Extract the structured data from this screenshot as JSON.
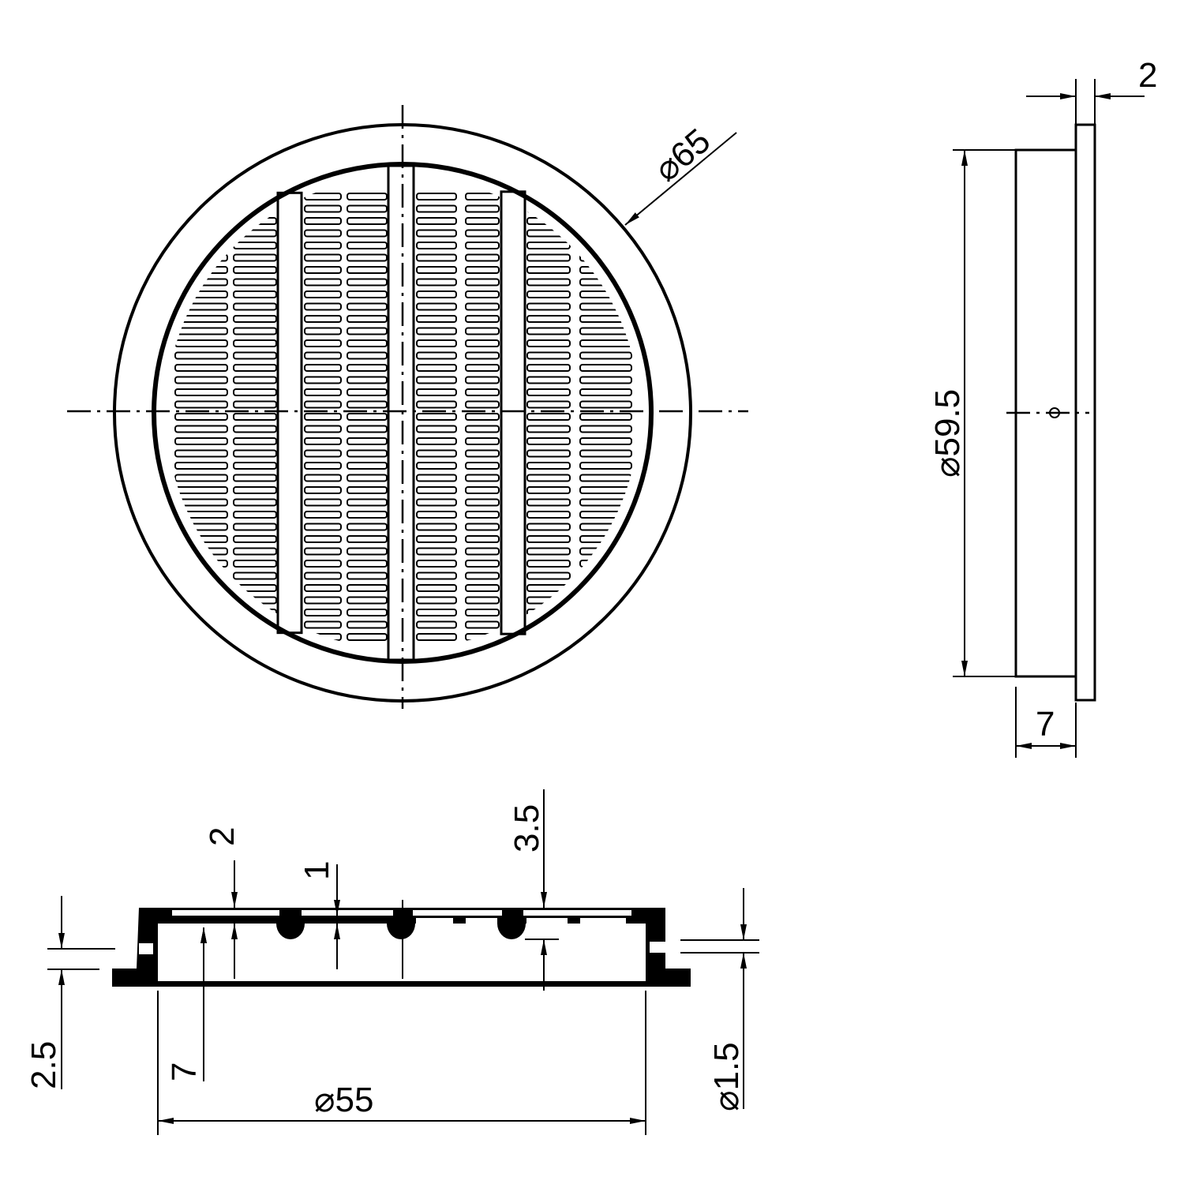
{
  "dimensions": {
    "front_outer_diameter": "⌀65",
    "side_diameter": "⌀59.5",
    "side_flange_thickness": "2",
    "side_depth": "7",
    "section_top_plate": "2",
    "section_rib": "1",
    "section_bump": "3.5",
    "section_lip": "2.5",
    "section_height": "7",
    "section_inner_diameter": "⌀55",
    "section_small_diameter": "⌀1.5"
  },
  "colors": {
    "line": "#000000",
    "background": "#ffffff"
  }
}
